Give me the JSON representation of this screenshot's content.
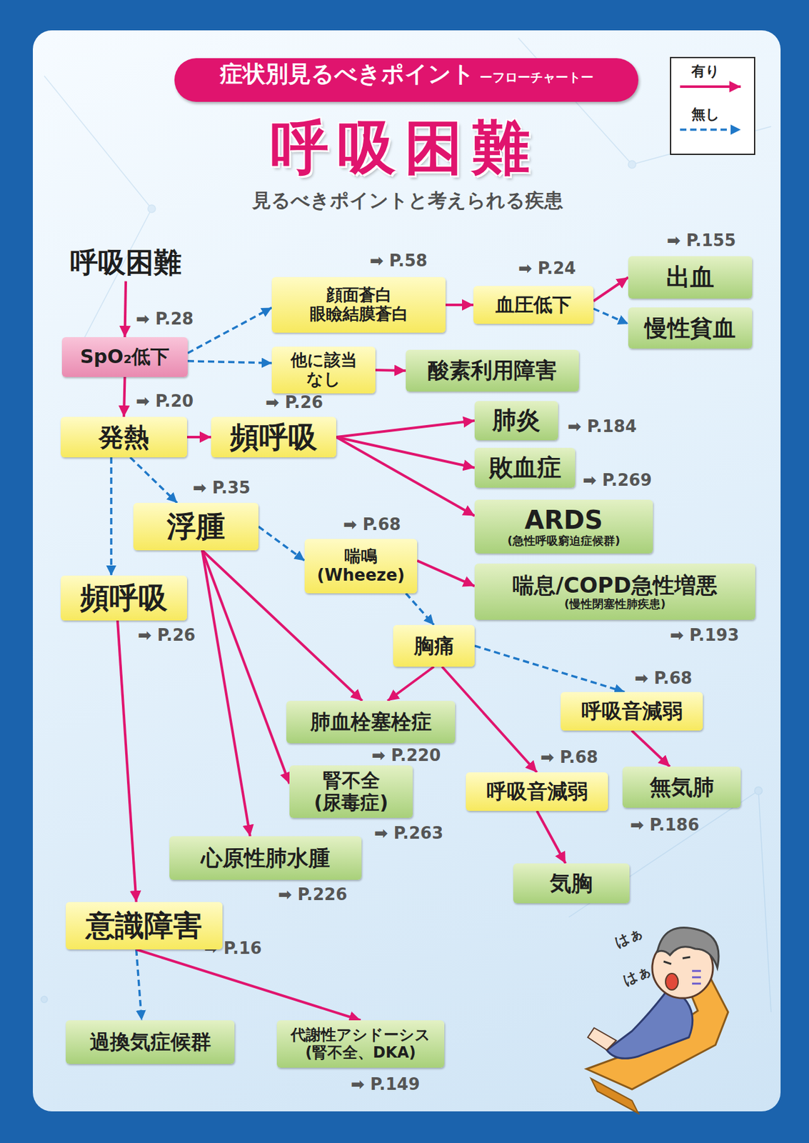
{
  "diagram": {
    "title": "呼吸困難",
    "nodes": [
      {
        "text": [
          "症状別見るべきポイント",
          "ーフローチャートー"
        ]
      },
      {
        "text": [
          "呼吸困難"
        ]
      },
      {
        "text": [
          "SpO₂低下"
        ]
      },
      {
        "text": [
          "顔面蒼白 眼瞼結膜蒼白"
        ]
      },
      {
        "text": [
          "血圧低下"
        ]
      },
      {
        "text": [
          "出血"
        ]
      },
      {
        "text": [
          "慢性貧血"
        ]
      },
      {
        "text": [
          "他に該当 なし"
        ]
      },
      {
        "text": [
          "酸素利用障害"
        ]
      },
      {
        "text": [
          "発熱"
        ]
      },
      {
        "text": [
          "頻呼吸"
        ]
      },
      {
        "text": [
          "肺炎"
        ]
      },
      {
        "text": [
          "敗血症"
        ]
      },
      {
        "text": [
          "ARDS",
          "(急性呼吸窮迫症候群)"
        ]
      },
      {
        "text": [
          "浮腫"
        ]
      },
      {
        "text": [
          "喘鳴 (Wheeze)"
        ]
      },
      {
        "text": [
          "喘息/COPD急性増悪",
          "(慢性閉塞性肺疾患)"
        ]
      },
      {
        "text": [
          "頻呼吸"
        ]
      },
      {
        "text": [
          "胸痛"
        ]
      },
      {
        "text": [
          "呼吸音減弱"
        ]
      },
      {
        "text": [
          "肺血栓塞栓症"
        ]
      },
      {
        "text": [
          "腎不全 (尿毒症)"
        ]
      },
      {
        "text": [
          "呼吸音減弱"
        ]
      },
      {
        "text": [
          "無気肺"
        ]
      },
      {
        "text": [
          "心原性肺水腫"
        ]
      },
      {
        "text": [
          "気胸"
        ]
      },
      {
        "text": [
          "意識障害"
        ]
      },
      {
        "text": [
          "過換気症候群"
        ]
      },
      {
        "text": [
          "代謝性アシドーシス (腎不全、DKA)"
        ]
      }
    ],
    "edges": [
      {
        "from": 1,
        "to": 2,
        "arrow": "to"
      },
      {
        "from": 2,
        "to": 3,
        "arrow": "to"
      },
      {
        "from": 2,
        "to": 7,
        "arrow": "to"
      },
      {
        "from": 3,
        "to": 4,
        "arrow": "to"
      },
      {
        "from": 4,
        "to": 5,
        "arrow": "to"
      },
      {
        "from": 4,
        "to": 6,
        "arrow": "to"
      },
      {
        "from": 7,
        "to": 8,
        "arrow": "to"
      },
      {
        "from": 2,
        "to": 9,
        "arrow": "to"
      },
      {
        "from": 9,
        "to": 10,
        "arrow": "to"
      },
      {
        "from": 10,
        "to": 11,
        "arrow": "to"
      },
      {
        "from": 10,
        "to": 12,
        "arrow": "to"
      },
      {
        "from": 10,
        "to": 13,
        "arrow": "to"
      },
      {
        "from": 9,
        "to": 14,
        "arrow": "to"
      },
      {
        "from": 9,
        "to": 17,
        "arrow": "to"
      },
      {
        "from": 14,
        "to": 15,
        "arrow": "to"
      },
      {
        "from": 14,
        "to": 20,
        "arrow": "to"
      },
      {
        "from": 14,
        "to": 21,
        "arrow": "to"
      },
      {
        "from": 14,
        "to": 24,
        "arrow": "to"
      },
      {
        "from": 15,
        "to": 16,
        "arrow": "to"
      },
      {
        "from": 15,
        "to": 18,
        "arrow": "to"
      },
      {
        "from": 18,
        "to": 20,
        "arrow": "to"
      },
      {
        "from": 18,
        "to": 22,
        "arrow": "to"
      },
      {
        "from": 18,
        "to": 19,
        "arrow": "to"
      },
      {
        "from": 19,
        "to": 23,
        "arrow": "to"
      },
      {
        "from": 22,
        "to": 25,
        "arrow": "to"
      },
      {
        "from": 17,
        "to": 26,
        "arrow": "to"
      },
      {
        "from": 26,
        "to": 27,
        "arrow": "to"
      },
      {
        "from": 26,
        "to": 28,
        "arrow": "to"
      }
    ],
    "labels": [
      "見るべきポイントと考えられる疾患",
      "➡ P.155",
      "➡ P.58",
      "➡ P.24",
      "➡ P.28",
      "➡ P.20",
      "➡ P.26",
      "➡ P.184",
      "➡ P.269",
      "➡ P.35",
      "➡ P.68",
      "➡ P.193",
      "➡ P.26",
      "➡ P.68",
      "➡ P.220",
      "➡ P.68",
      "➡ P.186",
      "➡ P.263",
      "➡ P.226",
      "➡ P.16",
      "➡ P.149",
      "はぁ",
      "はぁ"
    ],
    "legend": [
      {
        "text": "有り"
      },
      {
        "text": "無し"
      }
    ]
  }
}
